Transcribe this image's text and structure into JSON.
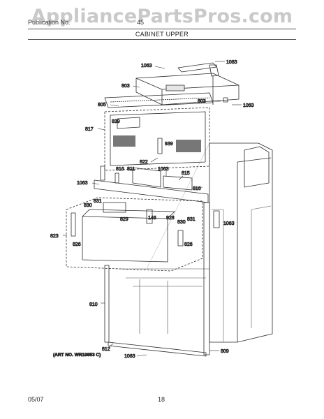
{
  "watermark": "AppliancePartsPros.com",
  "header": {
    "left_text": "Publication No.",
    "right_text": "45",
    "title": "CABINET UPPER"
  },
  "footer": {
    "date": "05/07",
    "page": "18"
  },
  "art_number": "(ART NO. WR19853 C)",
  "part_labels": {
    "p1063": "1063",
    "p803": "803",
    "p805": "805",
    "p817": "817",
    "p839": "839",
    "p939": "939",
    "p822": "822",
    "p816": "816",
    "p811": "811",
    "p815": "815",
    "p823": "823",
    "p831": "831",
    "p830": "830",
    "p829": "829",
    "p146": "146",
    "p828": "828",
    "p826": "826",
    "p810": "810",
    "p812": "812",
    "p809": "809"
  }
}
